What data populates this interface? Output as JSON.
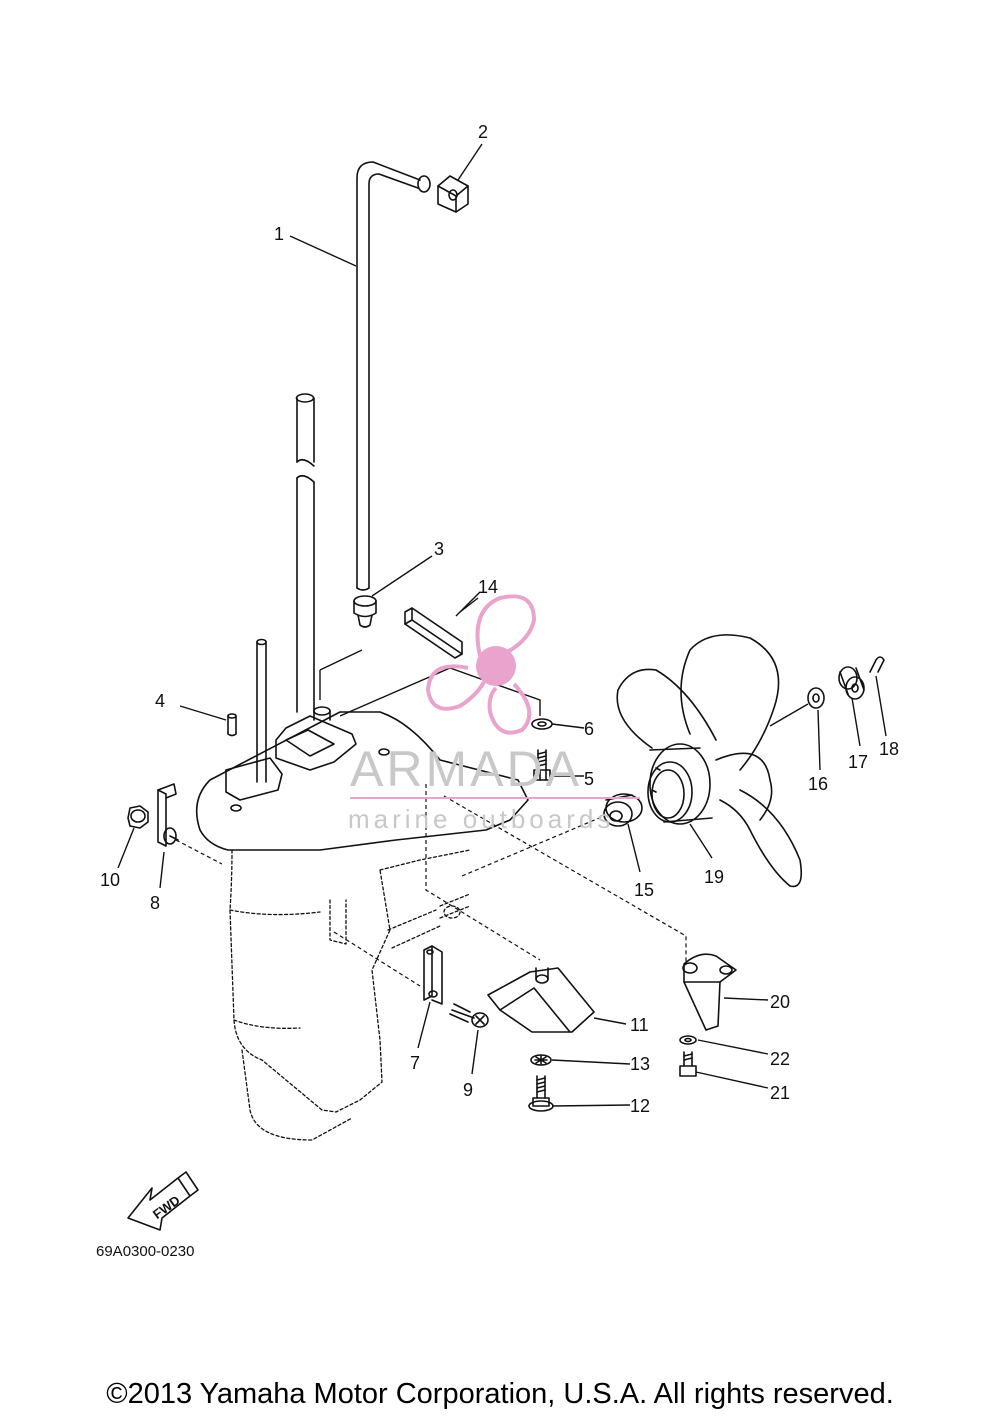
{
  "diagram": {
    "callouts": [
      "1",
      "2",
      "3",
      "4",
      "5",
      "6",
      "7",
      "8",
      "9",
      "10",
      "11",
      "12",
      "13",
      "14",
      "15",
      "16",
      "17",
      "18",
      "19",
      "20",
      "21",
      "22"
    ],
    "drawing_code": "69A0300-0230",
    "fwd_label": "FWD",
    "copyright": "©2013 Yamaha Motor Corporation, U.S.A. All rights reserved."
  },
  "watermark": {
    "title": "ARMADA",
    "subtitle": "marine outboards",
    "color": "#e9a3cc"
  }
}
